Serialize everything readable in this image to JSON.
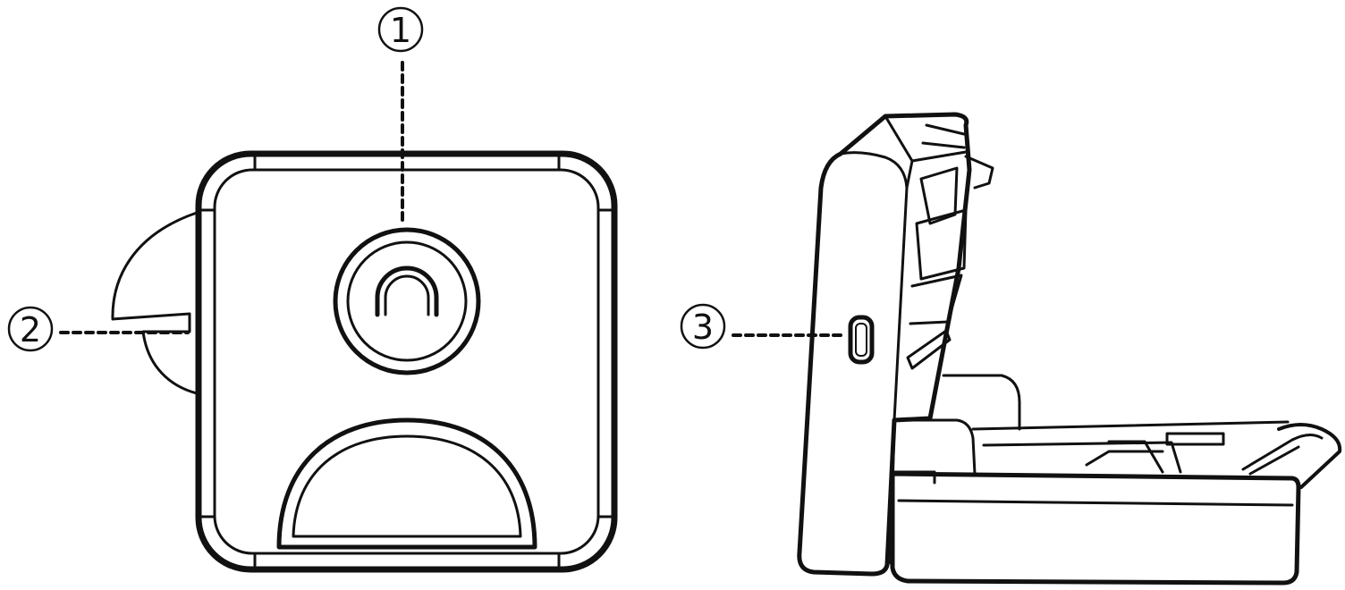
{
  "callouts": [
    {
      "id": 1,
      "label": "1"
    },
    {
      "id": 2,
      "label": "2"
    },
    {
      "id": 3,
      "label": "3"
    }
  ],
  "colors": {
    "line": "#111111",
    "background": "#ffffff"
  }
}
